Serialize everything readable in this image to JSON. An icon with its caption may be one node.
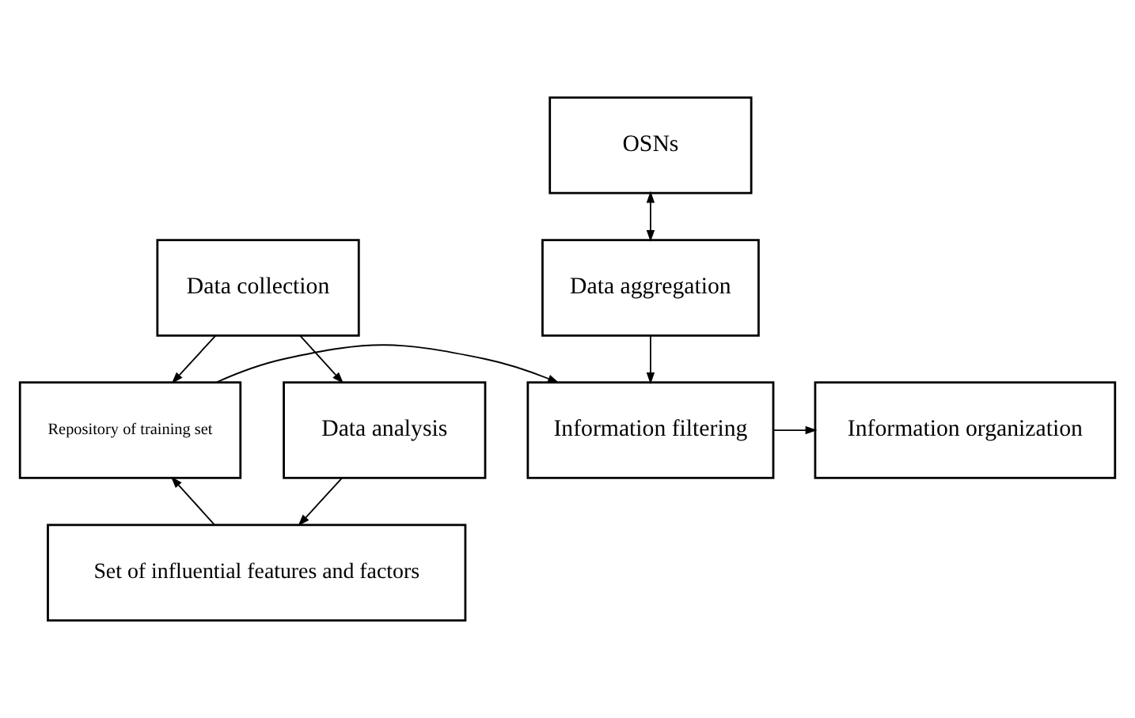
{
  "diagram": {
    "nodes": [
      {
        "text": [
          "OSNs"
        ]
      },
      {
        "text": [
          "Data collection"
        ]
      },
      {
        "text": [
          "Data aggregation"
        ]
      },
      {
        "text": [
          "Data analysis"
        ]
      },
      {
        "text": [
          "Repository of training set"
        ]
      },
      {
        "text": [
          "Information filtering"
        ]
      },
      {
        "text": [
          "Information organization"
        ]
      },
      {
        "text": [
          "Set of influential features and factors"
        ]
      }
    ],
    "edges": [
      {
        "from": 0,
        "to": 2,
        "arrow": "both"
      },
      {
        "from": 1,
        "to": 3,
        "arrow": "to"
      },
      {
        "from": 1,
        "to": 4,
        "arrow": "to"
      },
      {
        "from": 3,
        "to": 7,
        "arrow": "to"
      },
      {
        "from": 7,
        "to": 4,
        "arrow": "to"
      },
      {
        "from": 4,
        "to": 5,
        "arrow": "to"
      },
      {
        "from": 2,
        "to": 5,
        "arrow": "to"
      },
      {
        "from": 5,
        "to": 6,
        "arrow": "to"
      }
    ]
  }
}
